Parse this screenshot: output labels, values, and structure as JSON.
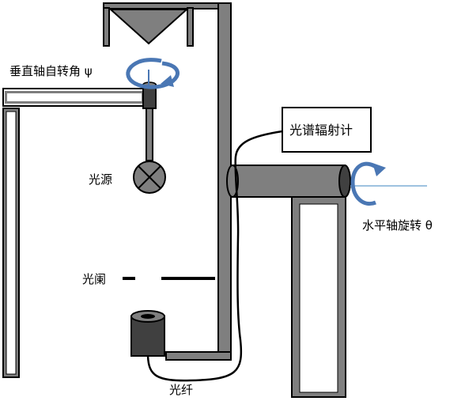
{
  "labels": {
    "vertical_axis": "垂直轴自转角 ψ",
    "light_source": "光源",
    "spectroradiometer": "光谱辐射计",
    "horizontal_axis": "水平轴旋转 θ",
    "aperture": "光阑",
    "fiber": "光纤"
  },
  "colors": {
    "structure_fill": "#7f7f7f",
    "dark_fill": "#404040",
    "outline": "#000000",
    "rotation_arrow": "#4a77b4",
    "axis_line": "#7faed6"
  }
}
